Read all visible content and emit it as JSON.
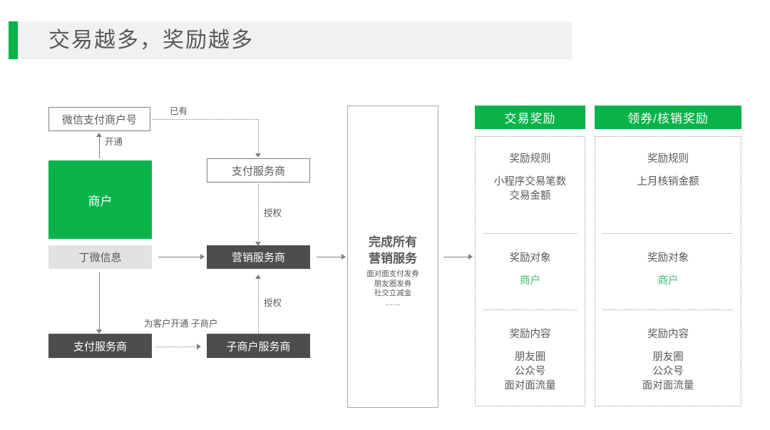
{
  "header": {
    "title": "交易越多，奖励越多",
    "accent_color": "#09B349",
    "band_color": "#F1F1F1"
  },
  "diagram": {
    "nodes": {
      "wechat_merchant_id": "微信支付商户号",
      "merchant": "商户",
      "payment_provider_top": "支付服务商",
      "dingwei_info": "丁微信息",
      "marketing_provider": "营销服务商",
      "payment_provider_bottom": "支付服务商",
      "sub_merchant_provider": "子商户服务商"
    },
    "edge_labels": {
      "open": "开通",
      "existing": "已有",
      "authorize_top": "授权",
      "authorize_bottom": "授权",
      "open_sub_merchant": "为客户开通\n子商户"
    }
  },
  "center": {
    "title": "完成所有\n营销服务",
    "items": "面对面支付发券\n朋友圈发券\n社交立减金\n……"
  },
  "rewards": [
    {
      "head": "交易奖励",
      "sections": [
        {
          "title": "奖励规则",
          "body": "小程序交易笔数\n交易金额",
          "highlight": false
        },
        {
          "title": "奖励对象",
          "body": "商户",
          "highlight": true
        },
        {
          "title": "奖励内容",
          "body": "朋友圈\n公众号\n面对面流量",
          "highlight": false
        }
      ]
    },
    {
      "head": "领券/核销奖励",
      "sections": [
        {
          "title": "奖励规则",
          "body": "上月核销金额",
          "highlight": false
        },
        {
          "title": "奖励对象",
          "body": "商户",
          "highlight": true
        },
        {
          "title": "奖励内容",
          "body": "朋友圈\n公众号\n面对面流量",
          "highlight": false
        }
      ]
    }
  ],
  "colors": {
    "green": "#09B349",
    "green_text": "#3DBE6B",
    "dark_gray": "#4D4D4D",
    "light_gray": "#E2E2E2",
    "text": "#595959"
  }
}
